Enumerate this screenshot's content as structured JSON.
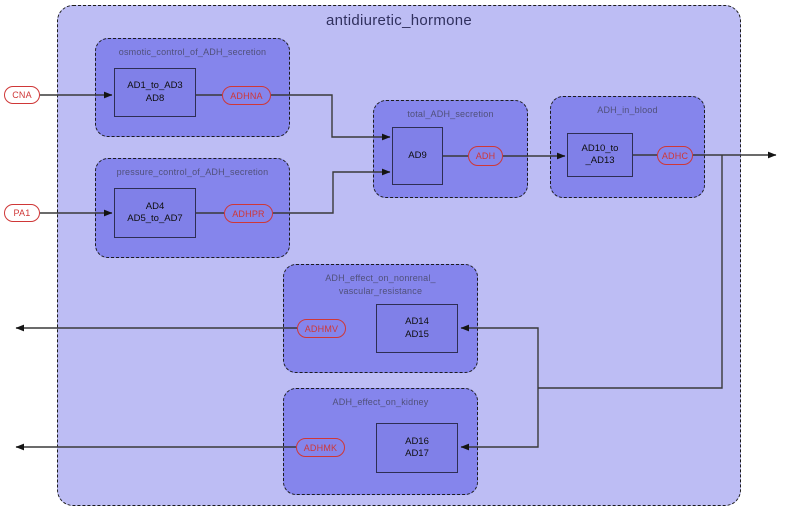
{
  "title": "antidiuretic_hormone",
  "inputs": [
    {
      "label": "CNA"
    },
    {
      "label": "PA1"
    }
  ],
  "subsystems": [
    {
      "name": "osmotic_control_of_ADH_secretion",
      "label_lines": [
        "osmotic_control_of_ADH_secretion"
      ],
      "block_lines": [
        "AD1_to_AD3",
        "AD8"
      ],
      "port": "ADHNA"
    },
    {
      "name": "pressure_control_of_ADH_secretion",
      "label_lines": [
        "pressure_control_of_ADH_secretion"
      ],
      "block_lines": [
        "AD4",
        "AD5_to_AD7"
      ],
      "port": "ADHPR"
    },
    {
      "name": "total_ADH_secretion",
      "label_lines": [
        "total_ADH_secretion"
      ],
      "block_lines": [
        "AD9"
      ],
      "port": "ADH"
    },
    {
      "name": "ADH_in_blood",
      "label_lines": [
        "ADH_in_blood"
      ],
      "block_lines": [
        "AD10_to",
        "_AD13"
      ],
      "port": "ADHC"
    },
    {
      "name": "ADH_effect_on_nonrenal_vascular_resistance",
      "label_lines": [
        "ADH_effect_on_nonrenal_",
        "vascular_resistance"
      ],
      "block_lines": [
        "AD14",
        "AD15"
      ],
      "port": "ADHMV"
    },
    {
      "name": "ADH_effect_on_kidney",
      "label_lines": [
        "ADH_effect_on_kidney"
      ],
      "block_lines": [
        "AD16",
        "AD17"
      ],
      "port": "ADHMK"
    }
  ],
  "colors": {
    "container_fill": "#bdbdf4",
    "subsystem_fill": "#8585ec",
    "port_red": "#cf3737",
    "wire": "#3a3a3a",
    "title_color": "#30305e"
  }
}
